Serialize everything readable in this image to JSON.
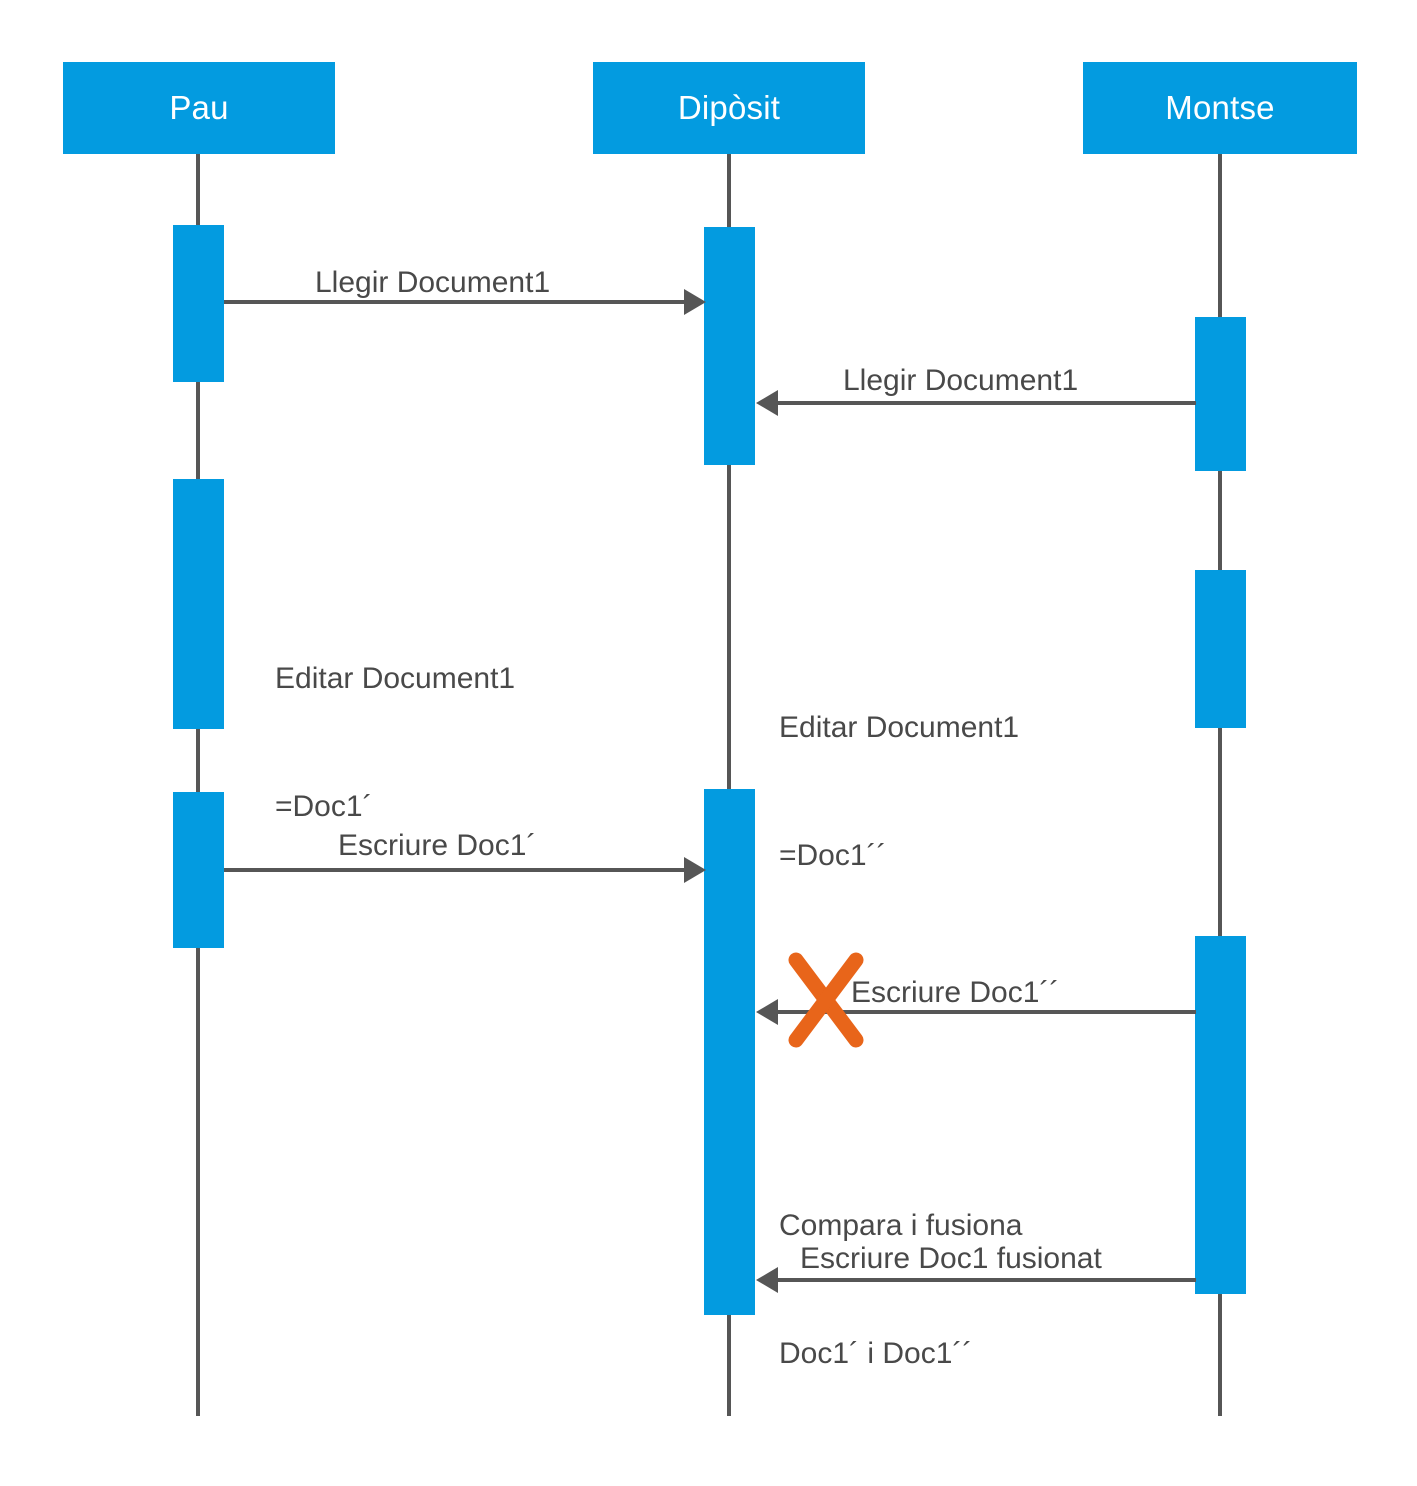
{
  "diagram": {
    "type": "uml-sequence-diagram",
    "colors": {
      "lifeline_fill": "#039BE0",
      "lifeline_text": "#FFFFFF",
      "line": "#565656",
      "label_text": "#494949",
      "cross": "#E8651A",
      "background": "#FFFFFF"
    },
    "participants": [
      {
        "id": "pau",
        "label": "Pau"
      },
      {
        "id": "diposit",
        "label": "Dipòsit"
      },
      {
        "id": "montse",
        "label": "Montse"
      }
    ],
    "messages": [
      {
        "id": "m1",
        "label": "Llegir Document1",
        "from": "pau",
        "to": "diposit",
        "direction": "right",
        "blocked": false
      },
      {
        "id": "m2",
        "label": "Llegir Document1",
        "from": "montse",
        "to": "diposit",
        "direction": "left",
        "blocked": false
      },
      {
        "id": "m3",
        "label": "Escriure Doc1´",
        "from": "pau",
        "to": "diposit",
        "direction": "right",
        "blocked": false
      },
      {
        "id": "m4",
        "label": "Escriure Doc1´´",
        "from": "montse",
        "to": "diposit",
        "direction": "left",
        "blocked": true
      },
      {
        "id": "m5",
        "label": "Escriure Doc1 fusionat",
        "from": "montse",
        "to": "diposit",
        "direction": "left",
        "blocked": false
      }
    ],
    "notes": [
      {
        "id": "n1",
        "owner": "pau",
        "line1": "Editar Document1",
        "line2": "=Doc1´"
      },
      {
        "id": "n2",
        "owner": "montse",
        "line1": "Editar Document1",
        "line2": "=Doc1´´"
      },
      {
        "id": "n3",
        "owner": "montse",
        "line1": "Compara i fusiona",
        "line2": "Doc1´ i Doc1´´"
      }
    ],
    "icons": {
      "blocked_marker": "cross-icon"
    }
  }
}
